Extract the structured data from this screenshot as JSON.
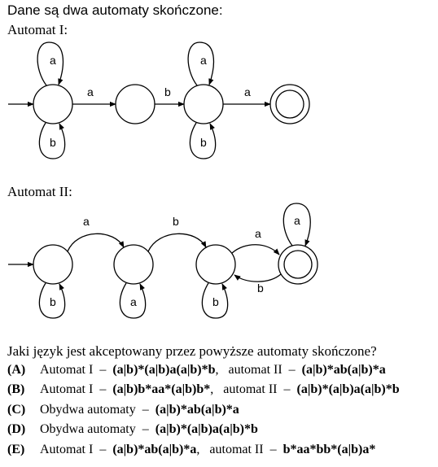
{
  "intro": "Dane są dwa automaty skończone:",
  "automaton1": {
    "title": "Automat I:",
    "labels": {
      "s1_loop_top": "a",
      "s1_loop_bottom": "b",
      "s1_s2": "a",
      "s2_s3": "b",
      "s3_loop_top": "a",
      "s3_loop_bottom": "b",
      "s3_s4": "a"
    }
  },
  "automaton2": {
    "title": "Automat II:",
    "labels": {
      "s1_s2": "a",
      "s2_s3": "b",
      "s3_s4": "a",
      "s4_s3": "b",
      "s4_loop_top": "a",
      "s1_loop_bottom": "b",
      "s2_loop_bottom": "a",
      "s3_loop_bottom": "b"
    }
  },
  "question": "Jaki język jest akceptowany przez powyższe automaty skończone?",
  "answers": [
    {
      "letter": "(A)",
      "parts": [
        [
          "t",
          "Automat I  –  "
        ],
        [
          "b",
          "(a|b)*(a|b)a(a|b)*b"
        ],
        [
          "t",
          ",   automat II  –  "
        ],
        [
          "b",
          "(a|b)*ab(a|b)*a"
        ]
      ]
    },
    {
      "letter": "(B)",
      "parts": [
        [
          "t",
          "Automat I  –  "
        ],
        [
          "b",
          "(a|b)b*aa*(a|b)b*"
        ],
        [
          "t",
          ",   automat II  –  "
        ],
        [
          "b",
          "(a|b)*(a|b)a(a|b)*b"
        ]
      ]
    },
    {
      "letter": "(C)",
      "parts": [
        [
          "t",
          "Obydwa automaty  –  "
        ],
        [
          "b",
          "(a|b)*ab(a|b)*a"
        ]
      ]
    },
    {
      "letter": "(D)",
      "parts": [
        [
          "t",
          "Obydwa automaty  –  "
        ],
        [
          "b",
          "(a|b)*(a|b)a(a|b)*b"
        ]
      ]
    },
    {
      "letter": "(E)",
      "parts": [
        [
          "t",
          "Automat I  –  "
        ],
        [
          "b",
          "(a|b)*ab(a|b)*a"
        ],
        [
          "t",
          ",   automat II  –  "
        ],
        [
          "b",
          "b*aa*bb*(a|b)a*"
        ]
      ]
    }
  ]
}
